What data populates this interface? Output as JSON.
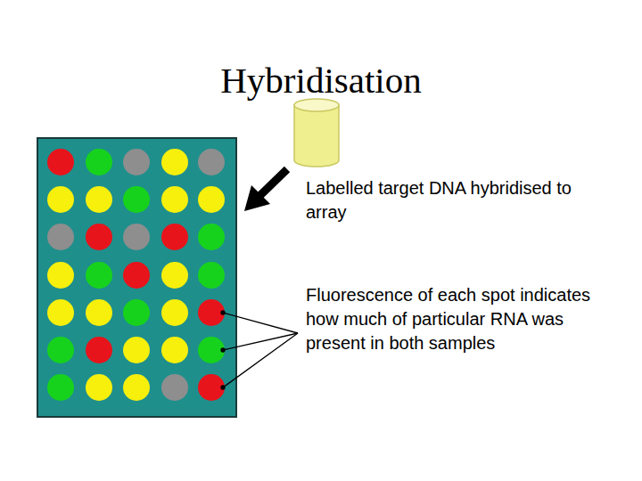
{
  "diagram": {
    "title": "Hybridisation",
    "labels": [
      "Labelled target DNA hybridised to array",
      "Fluorescence of each spot indicates how much of particular RNA was present in both samples"
    ]
  }
}
